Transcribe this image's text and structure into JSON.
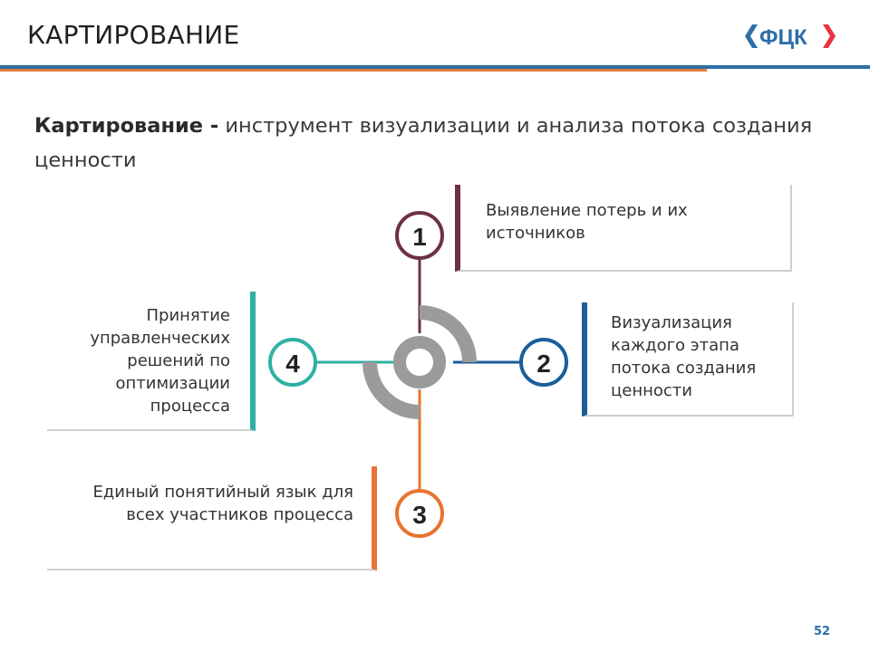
{
  "header": {
    "title": "КАРТИРОВАНИЕ",
    "logo_text": "ФЦК",
    "colors": {
      "blue": "#2d6fa8",
      "orange": "#e07f3c",
      "logo_red": "#e8343f"
    }
  },
  "subtitle": {
    "bold": "Картирование -",
    "rest": " инструмент визуализации и анализа потока создания ценности"
  },
  "steps": [
    {
      "number": "1",
      "text": "Выявление потерь и их источников",
      "color": "#6e3047"
    },
    {
      "number": "2",
      "text": "Визуализация каждого этапа потока создания ценности",
      "color": "#1a5e9a"
    },
    {
      "number": "3",
      "text": "Единый понятийный язык для всех участников процесса",
      "color": "#e8742f"
    },
    {
      "number": "4",
      "text": "Принятие управленческих решений по оптимизации процесса",
      "color": "#2fb1a3"
    }
  ],
  "page_number": "52"
}
